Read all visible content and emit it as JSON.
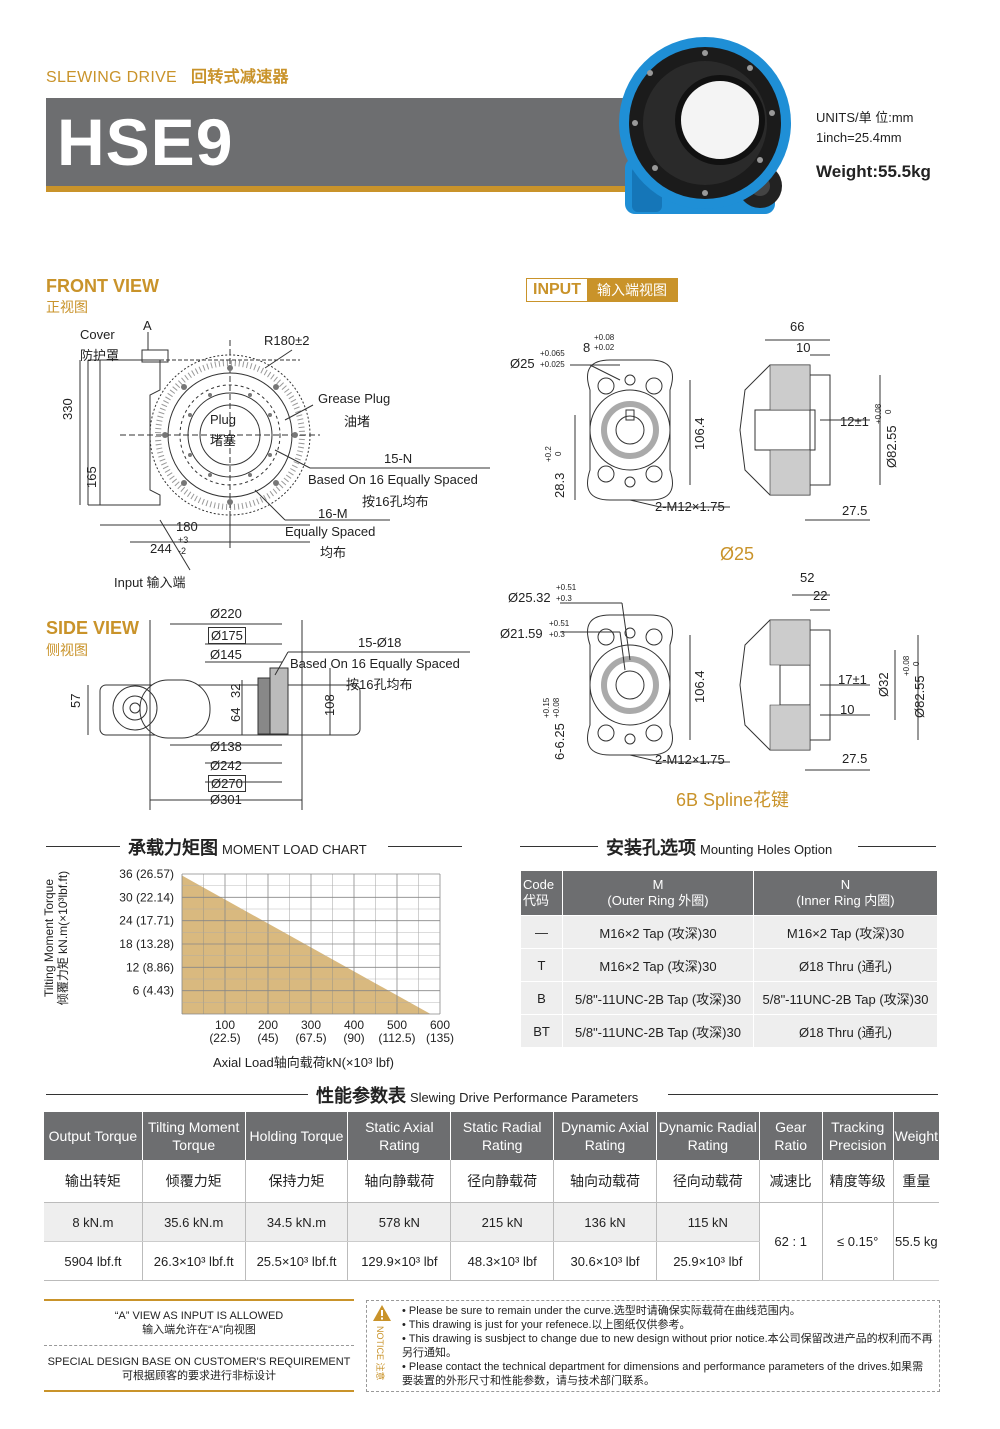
{
  "header": {
    "series_en": "SLEWING DRIVE",
    "series_cn": "回转式减速器",
    "model": "HSE9",
    "units_line1": "UNITS/单  位:mm",
    "units_line2": "1inch=25.4mm",
    "weight": "Weight:55.5kg"
  },
  "front_view": {
    "title": "FRONT VIEW",
    "title_cn": "正视图",
    "labels": {
      "a": "A",
      "cover": "Cover",
      "cover_cn": "防护罩",
      "radius": "R180±2",
      "grease": "Grease Plug",
      "grease_cn": "油堵",
      "plug": "Plug",
      "plug_cn": "堵塞",
      "holes_n": "15-N",
      "based_on": "Based On 16 Equally Spaced",
      "based_on_cn": "按16孔均布",
      "holes_m": "16-M",
      "equally": "Equally Spaced",
      "equally_cn": "均布",
      "h330": "330",
      "h165": "165",
      "w180": "180",
      "w244": "244",
      "tol_plus": "+3",
      "tol_minus": "-2",
      "input": "Input  输入端"
    }
  },
  "side_view": {
    "title": "SIDE VIEW",
    "title_cn": "侧视图",
    "labels": {
      "d220": "Ø220",
      "d175": "Ø175",
      "d145": "Ø145",
      "holes": "15-Ø18",
      "based_on": "Based On 16 Equally Spaced",
      "based_on_cn": "按16孔均布",
      "h57": "57",
      "h32": "32",
      "h64": "64",
      "h108": "108",
      "d138": "Ø138",
      "d242": "Ø242",
      "d270": "Ø270",
      "d301": "Ø301"
    }
  },
  "input_view": {
    "tag": "INPUT",
    "tag_cn": "输入端视图",
    "shaft1": {
      "d25": "Ø25",
      "d25_tol1": "+0.065",
      "d25_tol2": "+0.025",
      "w8": "8",
      "w8_tol1": "+0.08",
      "w8_tol2": "+0.02",
      "h28": "28.3",
      "h28_tol1": "+0.2",
      "h28_tol2": "0",
      "h106": "106.4",
      "tap": "2-M12×1.75",
      "w66": "66",
      "w10": "10",
      "w12": "12±1",
      "d82": "Ø82.55",
      "d82_tol1": "+0.08",
      "d82_tol2": "0",
      "w27": "27.5",
      "caption": "Ø25"
    },
    "shaft2": {
      "d2532": "Ø25.32",
      "d2532_tol1": "+0.51",
      "d2532_tol2": "+0.3",
      "d2159": "Ø21.59",
      "d2159_tol1": "+0.51",
      "d2159_tol2": "+0.3",
      "spline": "6-6.25",
      "spline_tol1": "+0.15",
      "spline_tol2": "+0.08",
      "h106": "106.4",
      "tap": "2-M12×1.75",
      "w52": "52",
      "w22": "22",
      "w17": "17±1",
      "d32": "Ø32",
      "w10": "10",
      "d82": "Ø82.55",
      "d82_tol1": "+0.08",
      "d82_tol2": "0",
      "w27": "27.5",
      "caption": "6B Spline花键"
    }
  },
  "moment_chart": {
    "title_cn": "承载力矩图",
    "title_en": "MOMENT LOAD CHART",
    "ylabel_en": "Tilting Moment Torque",
    "ylabel_cn": "倾覆力矩 kN.m(×10³lbf.ft)",
    "xlabel": "Axial Load轴向载荷kN(×10³ lbf)"
  },
  "chart_data": {
    "type": "area",
    "title": "MOMENT LOAD CHART",
    "xlabel": "Axial Load轴向载荷kN(×10³ lbf)",
    "ylabel": "Tilting Moment Torque 倾覆力矩 kN.m(×10³lbf.ft)",
    "x_ticks": [
      "100\n(22.5)",
      "200\n(45)",
      "300\n(67.5)",
      "400\n(90)",
      "500\n(112.5)",
      "600\n(135)"
    ],
    "x_tick_values": [
      100,
      200,
      300,
      400,
      500,
      600
    ],
    "y_ticks": [
      "6  (4.43)",
      "12  (8.86)",
      "18 (13.28)",
      "24 (17.71)",
      "30 (22.14)",
      "36 (26.57)"
    ],
    "y_tick_values": [
      6,
      12,
      18,
      24,
      30,
      36
    ],
    "xlim": [
      0,
      600
    ],
    "ylim": [
      0,
      36
    ],
    "grid": true,
    "series": [
      {
        "x": [
          0,
          0,
          578
        ],
        "y": [
          0,
          35.6,
          0
        ]
      }
    ],
    "fill_color": "#d9b97f"
  },
  "mounting": {
    "title_cn": "安装孔选项",
    "title_en": "Mounting Holes Option",
    "headers": {
      "code": "Code",
      "code_cn": "代码",
      "m": "M",
      "m_sub": "(Outer Ring 外圈)",
      "n": "N",
      "n_sub": "(Inner Ring 内圈)"
    },
    "rows": [
      {
        "code": "—",
        "m": "M16×2 Tap (攻深)30",
        "n": "M16×2 Tap (攻深)30"
      },
      {
        "code": "T",
        "m": "M16×2 Tap (攻深)30",
        "n": "Ø18 Thru (通孔)"
      },
      {
        "code": "B",
        "m": "5/8\"-11UNC-2B Tap (攻深)30",
        "n": "5/8\"-11UNC-2B Tap (攻深)30"
      },
      {
        "code": "BT",
        "m": "5/8\"-11UNC-2B Tap (攻深)30",
        "n": "Ø18 Thru (通孔)"
      }
    ]
  },
  "performance": {
    "title_cn": "性能参数表",
    "title_en": "Slewing Drive Performance Parameters",
    "headers": [
      "Output Torque",
      "Tilting Moment Torque",
      "Holding Torque",
      "Static Axial Rating",
      "Static Radial Rating",
      "Dynamic Axial Rating",
      "Dynamic Radial Rating",
      "Gear Ratio",
      "Tracking Precision",
      "Weight"
    ],
    "headers_cn": [
      "输出转矩",
      "倾覆力矩",
      "保持力矩",
      "轴向静载荷",
      "径向静载荷",
      "轴向动载荷",
      "径向动载荷",
      "减速比",
      "精度等级",
      "重量"
    ],
    "row_metric": [
      "8 kN.m",
      "35.6 kN.m",
      "34.5 kN.m",
      "578 kN",
      "215 kN",
      "136 kN",
      "115 kN"
    ],
    "row_imperial": [
      "5904 lbf.ft",
      "26.3×10³ lbf.ft",
      "25.5×10³ lbf.ft",
      "129.9×10³ lbf",
      "48.3×10³ lbf",
      "30.6×10³ lbf",
      "25.9×10³ lbf"
    ],
    "gear_ratio": "62 : 1",
    "tracking": "≤ 0.15°",
    "weight": "55.5 kg"
  },
  "footer": {
    "a_view": "“A” VIEW AS INPUT IS ALLOWED",
    "a_view_cn": "输入端允许在“A”向视图",
    "special": "SPECIAL DESIGN BASE ON CUSTOMER'S REQUIREMENT",
    "special_cn": "可根据顾客的要求进行非标设计",
    "notice_label": "NOTICE 注意",
    "notes": [
      "Please be sure to remain under the curve.选型时请确保实际载荷在曲线范围内。",
      "This drawing is just for your refenece.以上图纸仅供参考。",
      "This drawing is susbject to change due to new design without prior notice.本公司保留改进产品的权利而不再另行通知。",
      "Please contact the technical department for dimensions and performance parameters of the drives.如果需要装置的外形尺寸和性能参数，请与技术部门联系。"
    ]
  }
}
